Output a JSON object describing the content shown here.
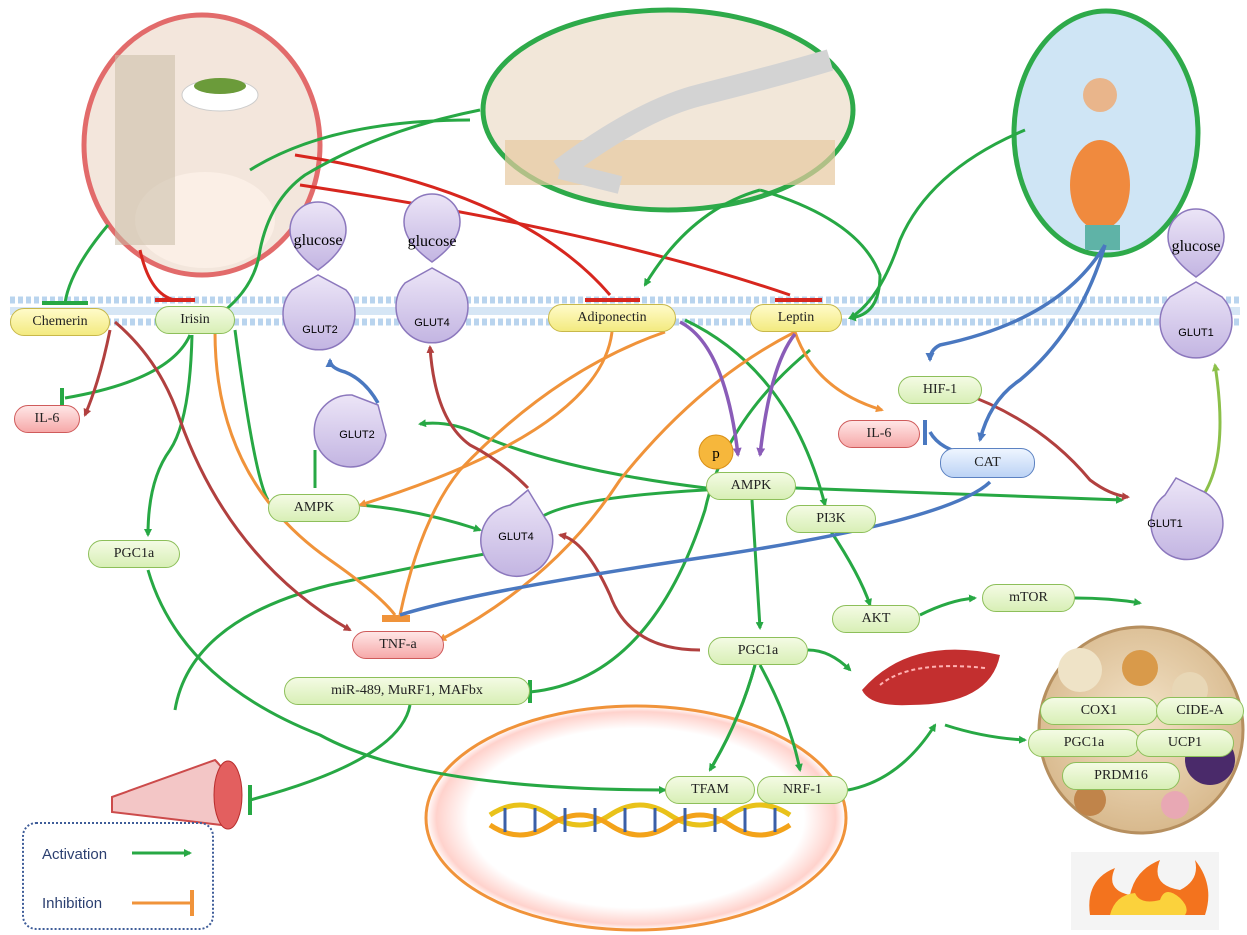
{
  "membrane_proteins": {
    "chemerin": "Chemerin",
    "irisin": "Irisin",
    "adiponectin": "Adiponectin",
    "leptin": "Leptin"
  },
  "transporters": {
    "glut2_membrane": "GLUT2",
    "glut4_membrane": "GLUT4",
    "glut1_membrane": "GLUT1",
    "glut2_inner": "GLUT2",
    "glut4_inner": "GLUT4",
    "glut1_inner": "GLUT1",
    "glucose": "glucose"
  },
  "signals": {
    "il6_left": "IL-6",
    "il6_right": "IL-6",
    "hif1": "HIF-1",
    "cat": "CAT",
    "p": "p",
    "ampk_center": "AMPK",
    "ampk_left": "AMPK",
    "pi3k": "PI3K",
    "akt": "AKT",
    "mtor": "mTOR",
    "pgc1a_left": "PGC1a",
    "pgc1a_center": "PGC1a",
    "tnfa": "TNF-a",
    "mirna": "miR-489, MuRF1, MAFbx",
    "tfam": "TFAM",
    "nrf1": "NRF-1"
  },
  "adipocyte": {
    "cox1": "COX1",
    "cidea": "CIDE-A",
    "pgc1a": "PGC1a",
    "ucp1": "UCP1",
    "prdm16": "PRDM16"
  },
  "legend": {
    "activation": "Activation",
    "inhibition": "Inhibition"
  },
  "colors": {
    "activation": "#27a844",
    "inhibition": "#f0933a",
    "pregnancy_inhibit": "#d7261e",
    "cat_path": "#4a78c0",
    "ampk_path": "#8a5cb8",
    "glut_up": "#4a78c0",
    "dark_red": "#b1403f"
  }
}
